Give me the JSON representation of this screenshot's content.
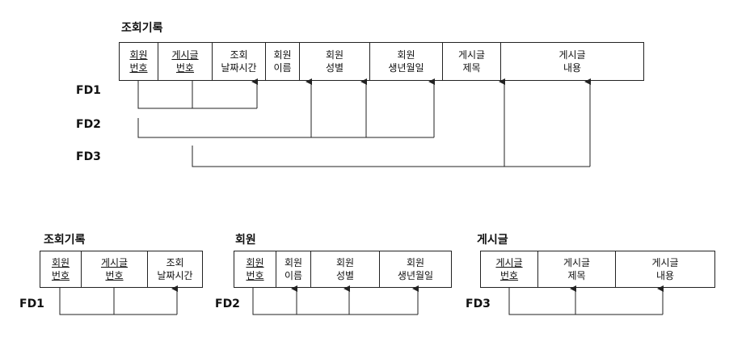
{
  "top": {
    "title": "조회기록",
    "columns": [
      {
        "line1": "회원",
        "line2": "번호",
        "pk": true
      },
      {
        "line1": "게시글",
        "line2": "번호",
        "pk": true
      },
      {
        "line1": "조회",
        "line2": "날짜시간",
        "pk": false
      },
      {
        "line1": "회원",
        "line2": "이름",
        "pk": false
      },
      {
        "line1": "회원",
        "line2": "성별",
        "pk": false
      },
      {
        "line1": "회원",
        "line2": "생년월일",
        "pk": false
      },
      {
        "line1": "게시글",
        "line2": "제목",
        "pk": false
      },
      {
        "line1": "게시글",
        "line2": "내용",
        "pk": false
      }
    ],
    "fd_labels": [
      "FD1",
      "FD2",
      "FD3"
    ]
  },
  "bottom": {
    "tables": [
      {
        "title": "조회기록",
        "fd": "FD1",
        "columns": [
          {
            "line1": "회원",
            "line2": "번호",
            "pk": true
          },
          {
            "line1": "게시글",
            "line2": "번호",
            "pk": true
          },
          {
            "line1": "조회",
            "line2": "날짜시간",
            "pk": false
          }
        ]
      },
      {
        "title": "회원",
        "fd": "FD2",
        "columns": [
          {
            "line1": "회원",
            "line2": "번호",
            "pk": true
          },
          {
            "line1": "회원",
            "line2": "이름",
            "pk": false
          },
          {
            "line1": "회원",
            "line2": "성별",
            "pk": false
          },
          {
            "line1": "회원",
            "line2": "생년월일",
            "pk": false
          }
        ]
      },
      {
        "title": "게시글",
        "fd": "FD3",
        "columns": [
          {
            "line1": "게시글",
            "line2": "번호",
            "pk": true
          },
          {
            "line1": "게시글",
            "line2": "제목",
            "pk": false
          },
          {
            "line1": "게시글",
            "line2": "내용",
            "pk": false
          }
        ]
      }
    ]
  }
}
